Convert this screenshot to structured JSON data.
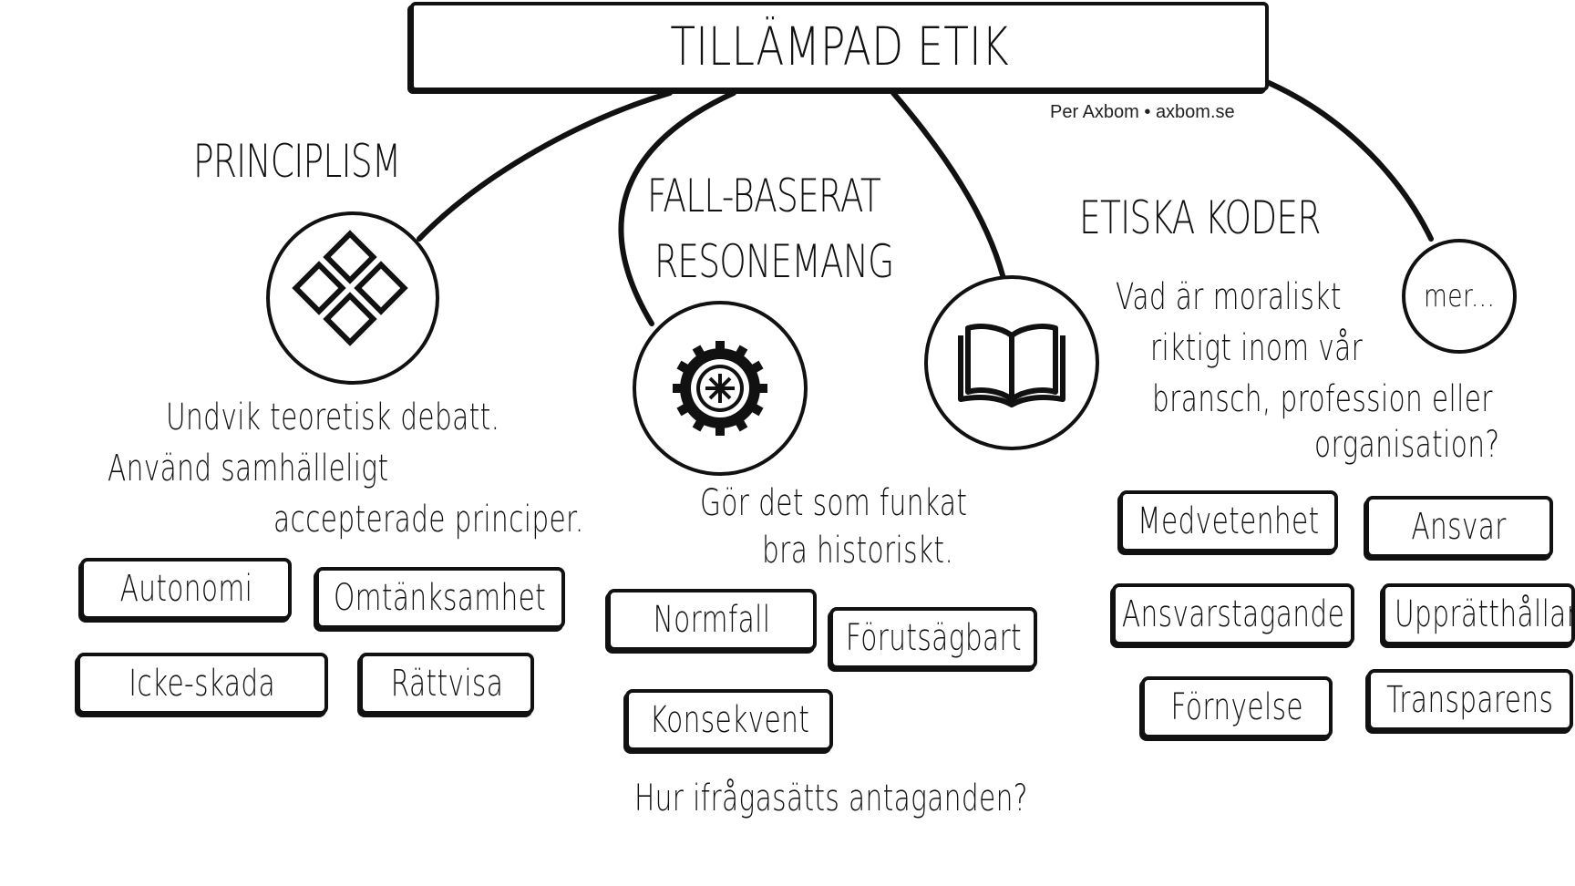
{
  "title": "TILLÄMPAD ETIK",
  "credit": "Per Axbom • axbom.se",
  "principlism": {
    "heading": "PRINCIPLISM",
    "icon": "principles-diamond-icon",
    "description": [
      "Undvik teoretisk debatt.",
      "Använd samhälleligt",
      "accepterade principer."
    ],
    "tags": [
      "Autonomi",
      "Omtänksamhet",
      "Icke-skada",
      "Rättvisa"
    ]
  },
  "casebased": {
    "heading": [
      "FALL-BASERAT",
      "RESONEMANG"
    ],
    "icons": [
      "gear-icon",
      "book-icon"
    ],
    "description": [
      "Gör det som funkat",
      "bra historiskt."
    ],
    "tags": [
      "Normfall",
      "Förutsägbart",
      "Konsekvent"
    ],
    "question": "Hur ifrågasätts antaganden?"
  },
  "codes": {
    "heading": "ETISKA KODER",
    "more": "mer...",
    "description": [
      "Vad är moraliskt",
      "riktigt inom vår",
      "bransch, profession eller",
      "organisation?"
    ],
    "tags": [
      "Medvetenhet",
      "Ansvar",
      "Ansvarstagande",
      "Upprätthållande",
      "Förnyelse",
      "Transparens"
    ]
  },
  "colors": {
    "ink": "#111111",
    "background": "#ffffff"
  }
}
